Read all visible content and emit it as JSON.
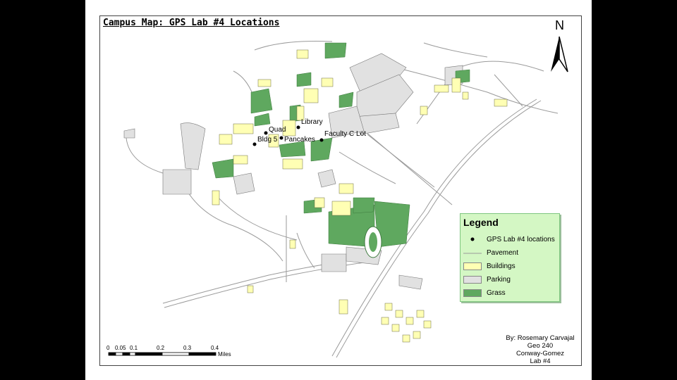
{
  "title": "Campus Map: GPS Lab #4 Locations",
  "north_label": "N",
  "points": [
    {
      "label": "Library"
    },
    {
      "label": "Quad"
    },
    {
      "label": "Bldg 5"
    },
    {
      "label": "Pancakes"
    },
    {
      "label": "Faculty C Lot"
    }
  ],
  "legend": {
    "title": "Legend",
    "items": [
      {
        "label": "GPS Lab #4 locations",
        "symbol": "point"
      },
      {
        "label": "Pavement",
        "symbol": "line"
      },
      {
        "label": "Buildings",
        "symbol": "fill",
        "color": "#ffffb4"
      },
      {
        "label": "Parking",
        "symbol": "fill",
        "color": "#e1e1e1"
      },
      {
        "label": "Grass",
        "symbol": "fill",
        "color": "#5fa85f"
      }
    ]
  },
  "scale": {
    "ticks": [
      "0",
      "0.05",
      "0.1",
      "0.2",
      "0.3",
      "0.4"
    ],
    "unit": "Miles"
  },
  "credit": [
    "By: Rosemary Carvajal",
    "Geo 240",
    "Conway-Gomez",
    "Lab #4"
  ],
  "colors": {
    "building": "#ffffb4",
    "parking": "#e1e1e1",
    "grass": "#5fa85f",
    "pavement": "#9a9a9a",
    "legend_bg": "#d4f7c4"
  }
}
